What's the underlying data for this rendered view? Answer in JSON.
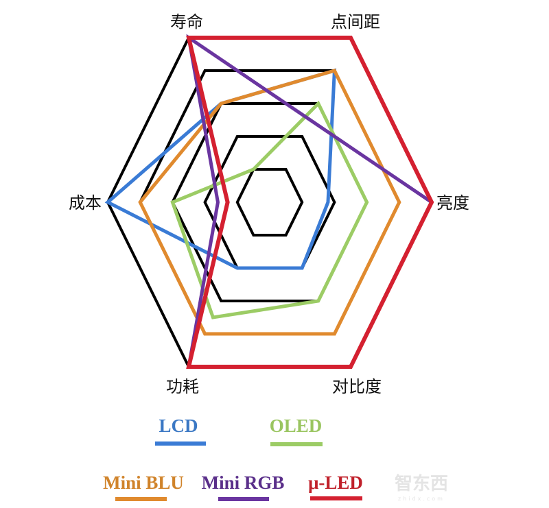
{
  "chart_data": {
    "type": "radar",
    "axes": [
      "寿命",
      "点间距",
      "亮度",
      "对比度",
      "功耗",
      "成本"
    ],
    "levels": 5,
    "grid": true,
    "legend_position": "bottom",
    "series": [
      {
        "name": "LCD",
        "color": "#3a7bd5",
        "values": [
          3,
          4,
          1.8,
          2,
          2,
          5
        ]
      },
      {
        "name": "OLED",
        "color": "#9ccc65",
        "values": [
          1,
          3,
          3,
          3,
          3.5,
          3
        ]
      },
      {
        "name": "Mini BLU",
        "color": "#e08a2e",
        "values": [
          3,
          4,
          4,
          4,
          4,
          4
        ]
      },
      {
        "name": "Mini RGB",
        "color": "#6a35a0",
        "values": [
          5,
          2.5,
          5,
          5,
          5,
          1.6
        ]
      },
      {
        "name": "μ-LED",
        "color": "#d42030",
        "values": [
          5,
          5,
          5,
          5,
          5,
          1.3
        ]
      }
    ]
  },
  "watermark": {
    "text": "智东西",
    "sub": "zhidx.com"
  }
}
